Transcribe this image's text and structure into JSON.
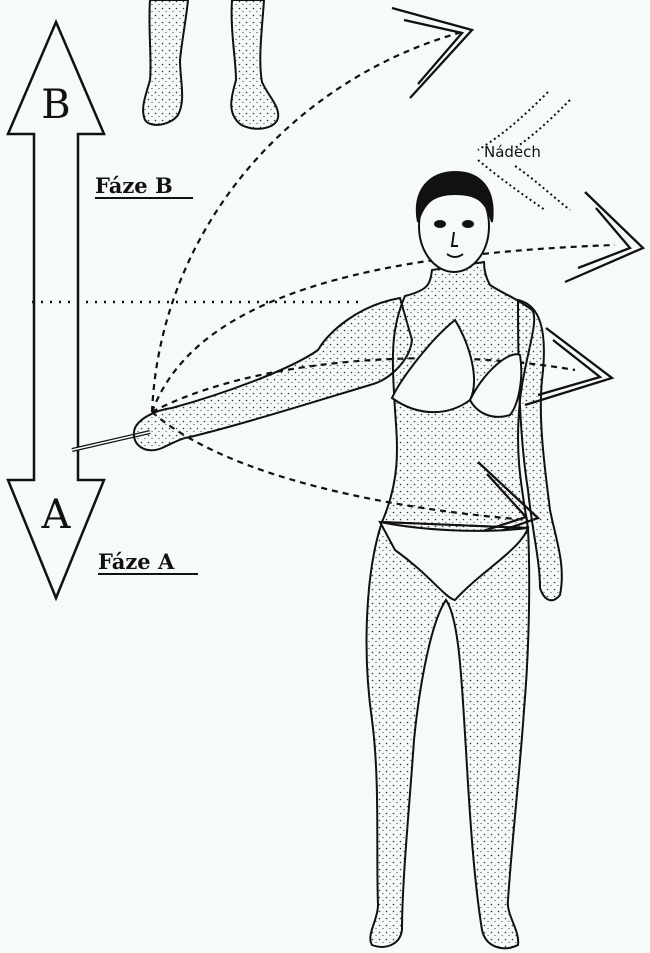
{
  "labels": {
    "phase_b": "Fáze B",
    "phase_a": "Fáze A",
    "letter_b": "B",
    "letter_a": "A",
    "inhale": "Nádech"
  },
  "colors": {
    "ink": "#111111",
    "paper": "#f7fafb"
  }
}
